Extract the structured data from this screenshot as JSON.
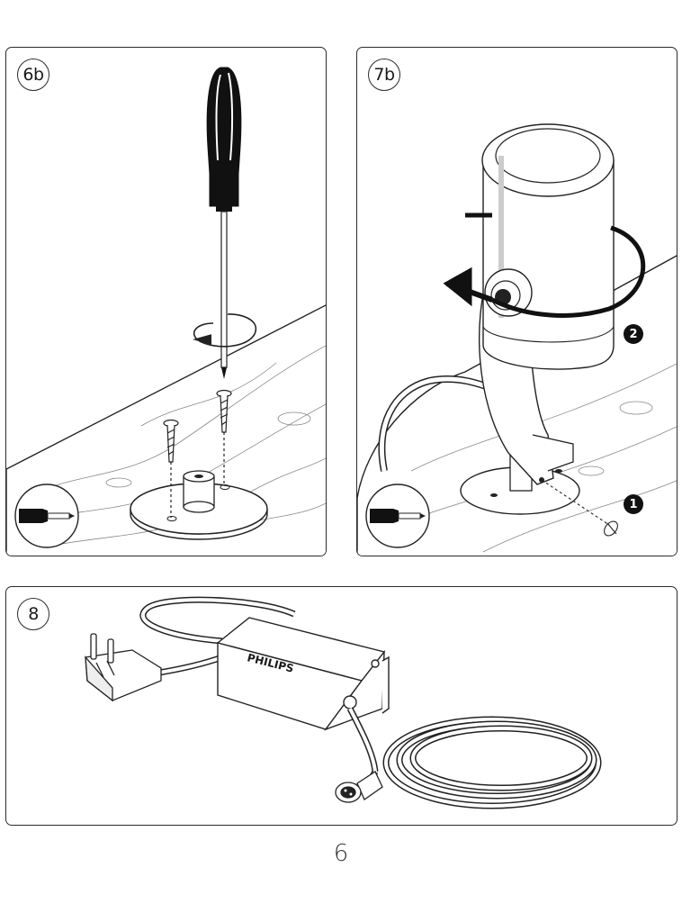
{
  "steps": {
    "s6b": {
      "label": "6b"
    },
    "s7b": {
      "label": "7b",
      "badges": [
        "1",
        "2"
      ]
    },
    "s8": {
      "label": "8",
      "brand": "PHILIPS"
    }
  },
  "page_number": "6",
  "icons": [
    "screwdriver-icon",
    "screw-icon",
    "rotate-arrow-icon",
    "plug-icon",
    "connector-icon"
  ],
  "colors": {
    "ink": "#1a1a1a",
    "badge": "#111111",
    "background": "#ffffff"
  }
}
